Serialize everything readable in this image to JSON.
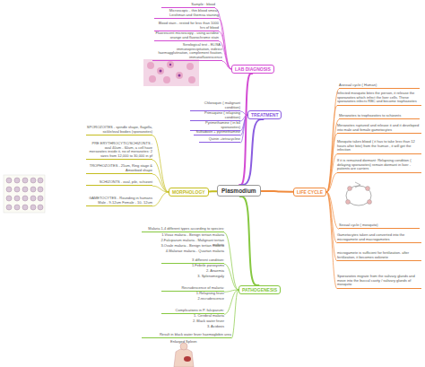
{
  "diagram": {
    "nodes": [
      {
        "text": [
          "Plasmodium"
        ]
      },
      {
        "text": [
          "LAB DIAGNOSIS"
        ]
      },
      {
        "text": [
          "TREATMENT"
        ]
      },
      {
        "text": [
          "MORPHOLOGY"
        ]
      },
      {
        "text": [
          "LIFE CYCLE"
        ]
      },
      {
        "text": [
          "PATHOGENESIS"
        ]
      }
    ],
    "edges": [
      {
        "from": 0,
        "to": 1,
        "arrow": "none"
      },
      {
        "from": 0,
        "to": 2,
        "arrow": "none"
      },
      {
        "from": 0,
        "to": 3,
        "arrow": "none"
      },
      {
        "from": 0,
        "to": 4,
        "arrow": "none"
      },
      {
        "from": 0,
        "to": 5,
        "arrow": "none"
      }
    ],
    "labels": [
      "Sample : blood",
      "Microscopic - thin blood smear, Leishman and Giemsa staining",
      "Blood stain - rested for less than 1000 hrs of blood",
      "Fluorescent microscopy - using acridine orange and fluorochrome stain",
      "Serological test - ELISA , immunoprecipitation, indirect haemagglutination, complement fixation, immunofluorescence",
      "Chloroquin ( malignant condition)",
      "Primaquine ( relapsing condition)",
      "Pyrimethamine ( in b4 sporozoites)",
      "Sulfadoxin + pyrimethamine",
      "Quinin +tetracycline",
      "SPOROZOITES - spindle shape, flagella, sickle/oval bodies (sporozoites)",
      "PRE ERYTHROCYTIC/SCHIZONTS - oval 40um - 60um, a cell have merozoites inside it, no of merozoites: 2 sizes from 12,000 to 30,000 in pf",
      "TROPHOZOITES - 25um, Ring stage & Amoeboid shape",
      "SCHIZONTS - oval, pile, schizont",
      "GAMETOCYTES - Rounding in humans Male - 9-12um Female - 10- 12um",
      "Asexual cycle ( Human)",
      "Infected mosquito bites the person, it release the sporozoites which infect the liver cells. These sporozoites infects RBC and become trophozoites",
      "Merozoites to trophozoites to schizonts",
      "Merozoites ruptured and release it and it developed into male and female gametocytes",
      "Mosquito takes blood ( it has to take less than 12 hours after bite) from the human , it will get the infection",
      "If it is remained dormant: Relapsing condition ( delaying sporozoites) remain dormant in liver - patients are carriers",
      "Sexual cycle ( mosquito)",
      "Gametocytes taken and converted into the microgamete and macrogametes",
      "microgamete is sufficient for fertilization. after fertilization, it becomes ookinete",
      "Sporozoites migrate from the salivary glands and move into the buccal cavity / salivary glands of mosquito",
      "Malaria 1,4 different types according to species:",
      "1.Vivax malaria - Benign tertian malaria",
      "2.Falciparum malaria - Malignant tertian malaria",
      "3.Ovale malaria - Benign tertian malaria",
      "4.Malariae malaria - Quartan malaria",
      "3 different condition:",
      "1.Febrile paroxysms",
      "2. Anaemia",
      "3. Splenomegaly",
      "Recrudescence of malaria:",
      "1.Relapsing fever",
      "2.recrudescence",
      "Complications in P. falciparum:",
      "1. Cerebral malaria",
      "2. Black water fever",
      "3. Acidosis",
      "Result in black water fever haemoglobin urea",
      "Enlarged Spleen"
    ]
  }
}
